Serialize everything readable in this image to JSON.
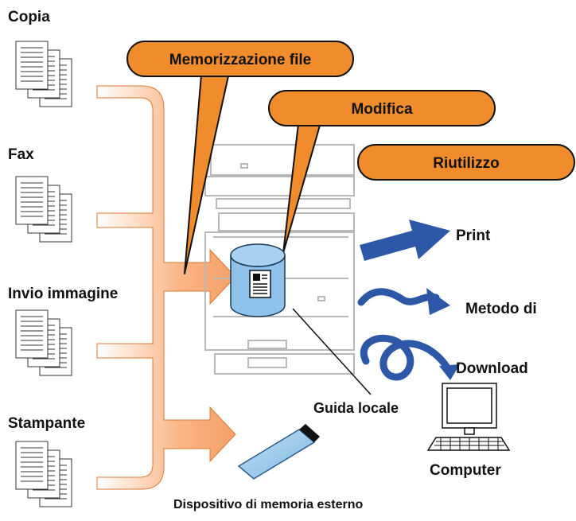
{
  "sources": [
    {
      "label": "Copia"
    },
    {
      "label": "Fax"
    },
    {
      "label": "Invio immagine"
    },
    {
      "label": "Stampante"
    }
  ],
  "callouts": {
    "store": "Memorizzazione file",
    "edit": "Modifica",
    "reuse": "Riutilizzo"
  },
  "reuse_options": [
    "Print",
    "Metodo di",
    "Download"
  ],
  "storage": {
    "local_label": "Guida locale",
    "external_label": "Dispositivo di memoria esterno",
    "computer_label": "Computer"
  },
  "colors": {
    "callout_fill": "#F08C2C",
    "bracket_fill": "#F9B07A",
    "drive_fill": "#8EC2EA",
    "reuse_arrow": "#2D58A8",
    "machine_stroke": "#B8B8B8"
  }
}
